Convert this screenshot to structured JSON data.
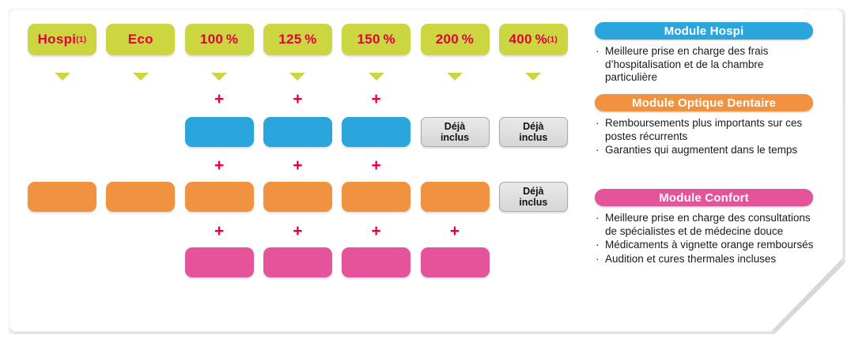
{
  "matrix": {
    "columns": [
      {
        "id": "hospi",
        "label": "Hospi",
        "sup": "(1)"
      },
      {
        "id": "eco",
        "label": "Eco",
        "sup": ""
      },
      {
        "id": "100",
        "label": "100 %",
        "sup": ""
      },
      {
        "id": "125",
        "label": "125 %",
        "sup": ""
      },
      {
        "id": "150",
        "label": "150 %",
        "sup": ""
      },
      {
        "id": "200",
        "label": "200 %",
        "sup": ""
      },
      {
        "id": "400",
        "label": "400 %",
        "sup": "(1)"
      }
    ],
    "plus_symbol": "+",
    "already_included_label": "Déjà\ninclus",
    "already_included_line1": "Déjà",
    "already_included_line2": "inclus",
    "rows": [
      {
        "id": "hospi-row",
        "color": "#2ba6dd",
        "cells": [
          "none",
          "none",
          "bar",
          "bar",
          "bar",
          "included",
          "included"
        ]
      },
      {
        "id": "optique-dentaire-row",
        "color": "#f0923f",
        "cells": [
          "bar",
          "bar",
          "bar",
          "bar",
          "bar",
          "bar",
          "included"
        ]
      },
      {
        "id": "confort-row",
        "color": "#e5539a",
        "cells": [
          "none",
          "none",
          "bar",
          "bar",
          "bar",
          "bar",
          "none"
        ]
      }
    ]
  },
  "panel": {
    "modules": [
      {
        "id": "module-hospi",
        "title": "Module Hospi",
        "color": "#2ba6dd",
        "bullet_char": "·",
        "bullets": [
          "Meilleure prise en charge des frais d’hospitalisation et de la chambre particulière"
        ]
      },
      {
        "id": "module-optique-dentaire",
        "title": "Module Optique Dentaire",
        "color": "#f0923f",
        "bullet_char": "·",
        "bullets": [
          "Remboursements plus importants sur ces postes récurrents",
          "Garanties qui augmentent dans le temps"
        ]
      },
      {
        "id": "module-confort",
        "title": "Module Confort",
        "color": "#e5539a",
        "bullet_char": "·",
        "bullets": [
          "Meilleure prise en charge des consultations de spécialistes et de médecine douce",
          "Médicaments à vignette orange remboursés",
          "Audition et cures thermales incluses"
        ]
      }
    ]
  },
  "theme": {
    "plan_pill_bg": "#ccd641",
    "plan_pill_text": "#e3003c",
    "plus_color": "#e3003c",
    "blue": "#2ba6dd",
    "orange": "#f0923f",
    "pink": "#e5539a",
    "gray_box": "#dcdcdc",
    "card_bg": "#ffffff"
  }
}
